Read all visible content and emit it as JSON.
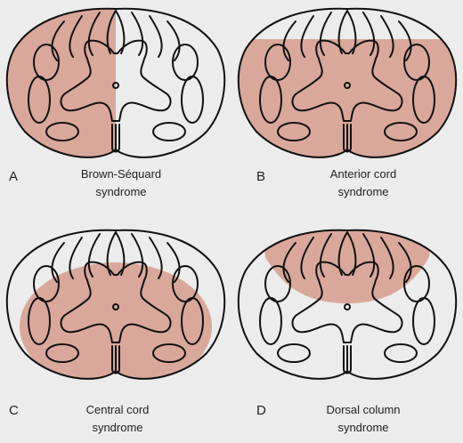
{
  "figure": {
    "shade_color": "#d9a89a",
    "outline_color": "#111111",
    "background_color": "#ececec",
    "panels": [
      {
        "letter": "A",
        "caption_line1": "Brown-Séquard",
        "caption_line2": "syndrome",
        "lesion": "left-half"
      },
      {
        "letter": "B",
        "caption_line1": "Anterior cord",
        "caption_line2": "syndrome",
        "lesion": "anterior"
      },
      {
        "letter": "C",
        "caption_line1": "Central cord",
        "caption_line2": "syndrome",
        "lesion": "central"
      },
      {
        "letter": "D",
        "caption_line1": "Dorsal column",
        "caption_line2": "syndrome",
        "lesion": "dorsal-columns"
      }
    ]
  }
}
